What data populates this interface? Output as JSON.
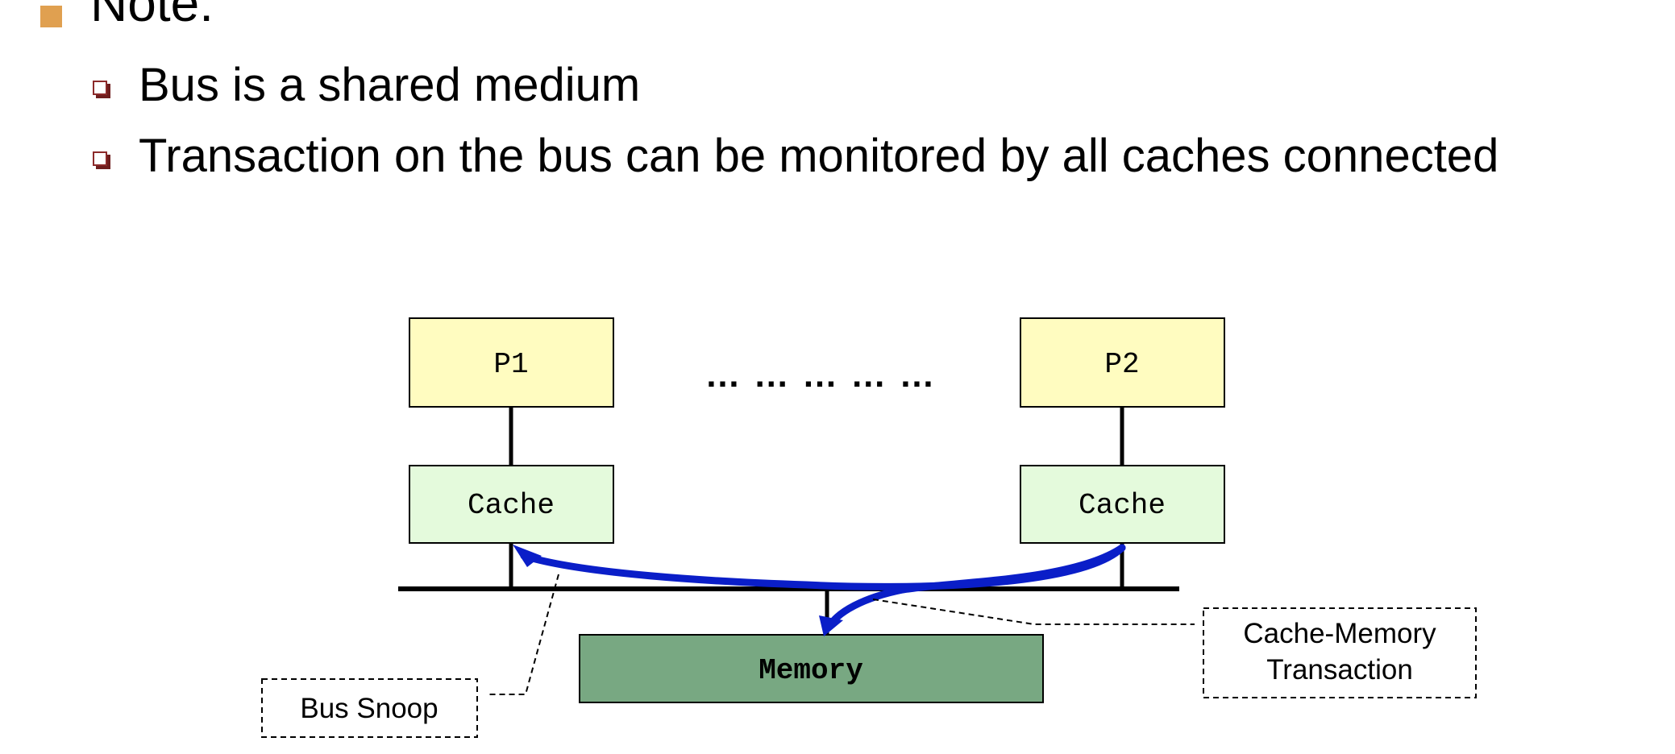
{
  "slide": {
    "title": "Note:",
    "bullets": [
      "Bus is a shared medium",
      "Transaction on the bus can be monitored by all caches connected"
    ]
  },
  "diagram": {
    "processor_1": "P1",
    "processor_2": "P2",
    "ellipsis": "… … … … …",
    "cache_1": "Cache",
    "cache_2": "Cache",
    "memory": "Memory",
    "bus_snoop_label": "Bus Snoop",
    "transaction_label_line_1": "Cache-Memory",
    "transaction_label_line_2": "Transaction"
  },
  "colors": {
    "title_bullet": "#e0a050",
    "sub_bullet": "#8c2a2a",
    "processor_fill": "#fffcc0",
    "cache_fill": "#e4fadc",
    "memory_fill": "#78a882",
    "arrow": "#0a1ec8"
  }
}
